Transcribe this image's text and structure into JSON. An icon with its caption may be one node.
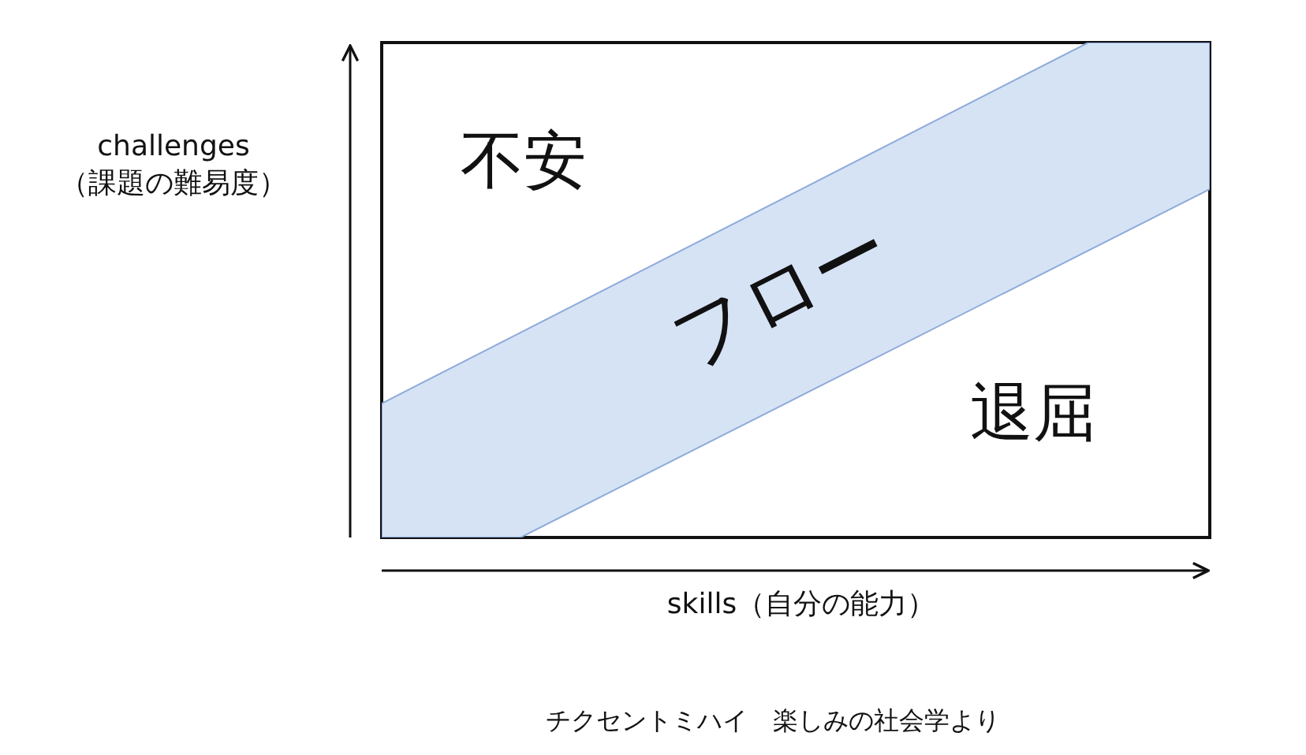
{
  "diagram": {
    "caption": "チクセントミハイ　楽しみの社会学より",
    "nodes": [
      {
        "text": [
          "フロー"
        ]
      }
    ],
    "labels": [
      "challenges",
      "（課題の難易度）",
      "不安",
      "退屈",
      "skills（自分の能力）"
    ]
  }
}
